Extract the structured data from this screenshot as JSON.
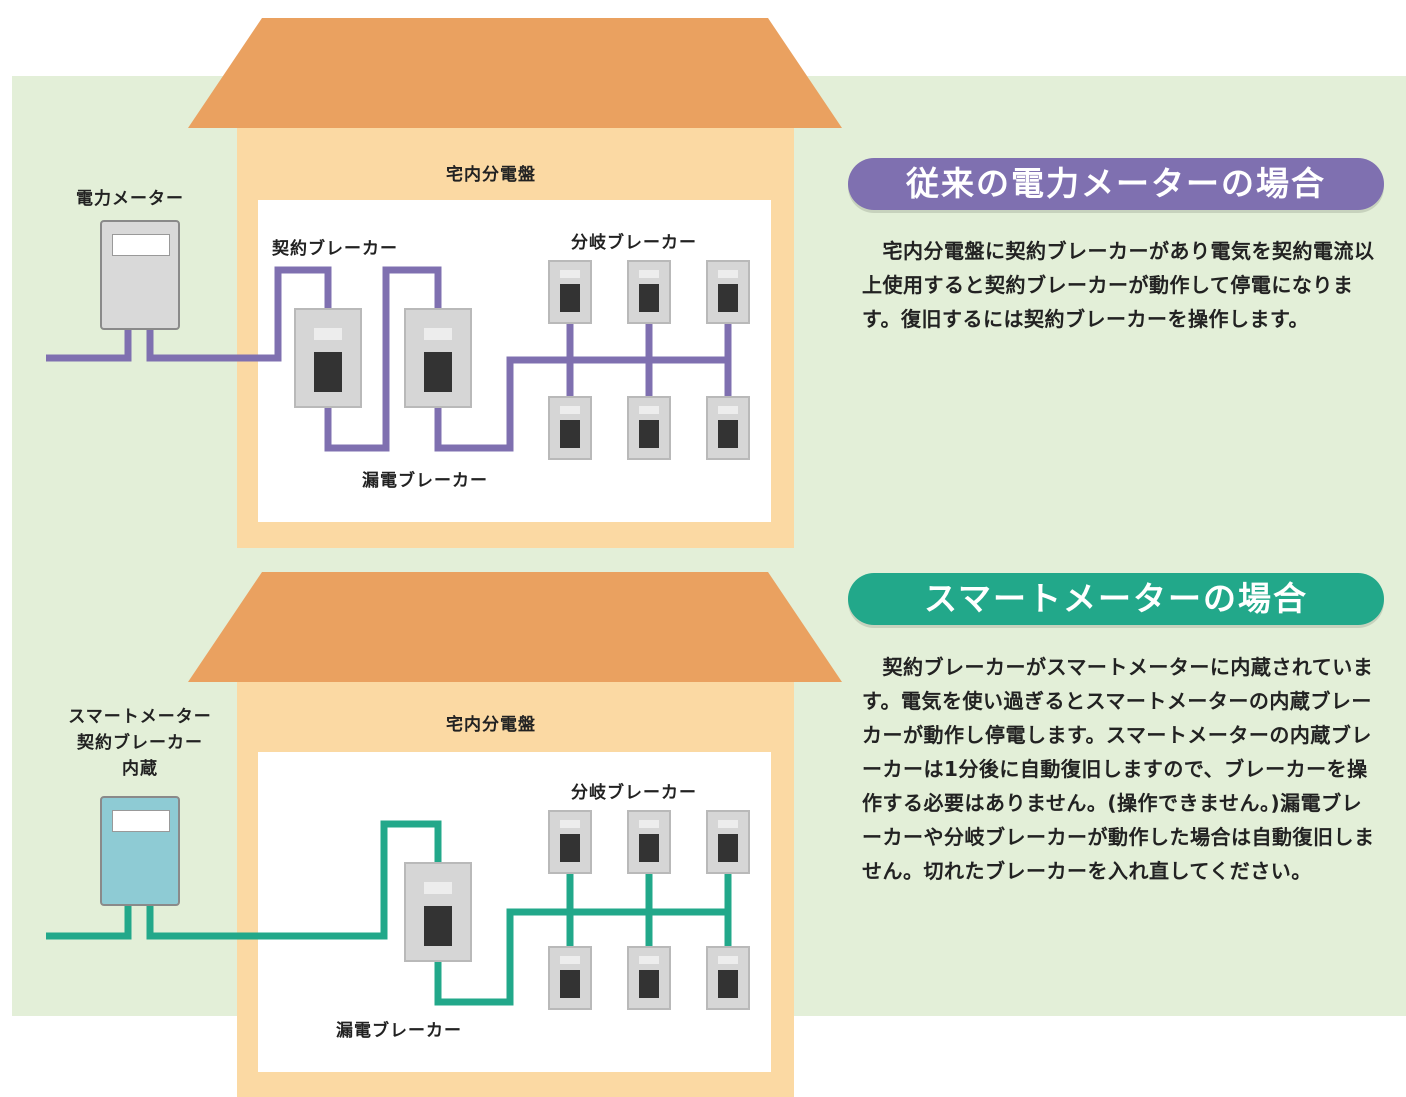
{
  "colors": {
    "background_band": "#e3efd8",
    "roof": "#eaa160",
    "wall": "#fbd9a3",
    "conventional_wire": "#7f70b0",
    "smart_wire": "#22a88a",
    "conventional_meter": "#d9d9d9",
    "smart_meter": "#8ecbd4",
    "pill_conventional": "#7f70b0",
    "pill_smart": "#22a88a"
  },
  "conventional": {
    "meter_label": "電力メーター",
    "panel_title": "宅内分電盤",
    "contract_breaker_label": "契約ブレーカー",
    "branch_breaker_label": "分岐ブレーカー",
    "leak_breaker_label": "漏電ブレーカー",
    "heading": "従来の電力メーターの場合",
    "description": "　宅内分電盤に契約ブレーカーがあり電気を契約電流以上使用すると契約ブレーカーが動作して停電になります。復旧するには契約ブレーカーを操作します。"
  },
  "smart": {
    "meter_label_line1": "スマートメーター",
    "meter_label_line2": "契約ブレーカー",
    "meter_label_line3": "内蔵",
    "panel_title": "宅内分電盤",
    "branch_breaker_label": "分岐ブレーカー",
    "leak_breaker_label": "漏電ブレーカー",
    "heading": "スマートメーターの場合",
    "description": "　契約ブレーカーがスマートメーターに内蔵されています。電気を使い過ぎるとスマートメーターの内蔵ブレーカーが動作し停電します。スマートメーターの内蔵ブレーカーは1分後に自動復旧しますので、ブレーカーを操作する必要はありません。(操作できません。)漏電ブレーカーや分岐ブレーカーが動作した場合は自動復旧しません。切れたブレーカーを入れ直してください。"
  }
}
